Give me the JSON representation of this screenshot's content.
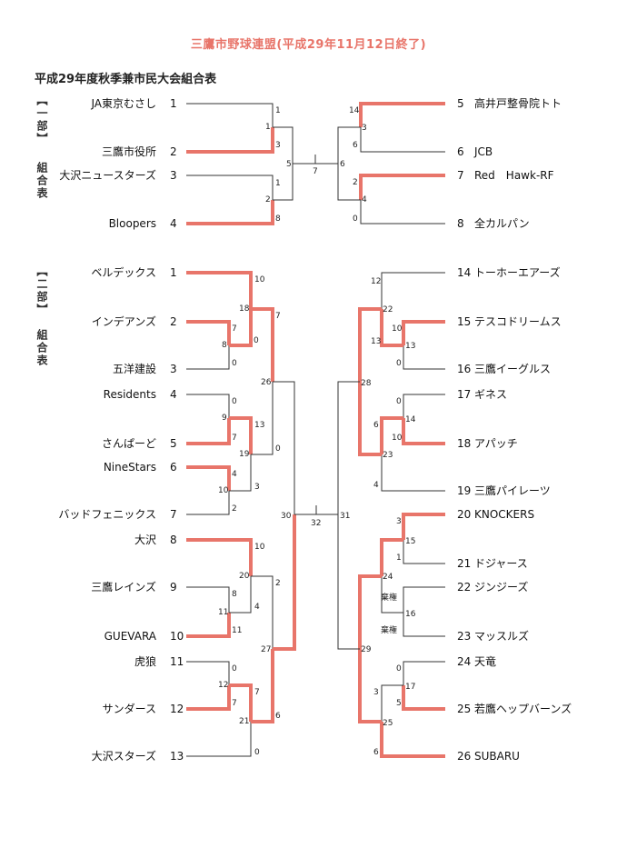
{
  "header": {
    "title": "三鷹市野球連盟(平成29年11月12日終了)",
    "subtitle": "平成29年度秋季兼市民大会組合表"
  },
  "division1": {
    "label": "【一部】",
    "sublabel": "組合表",
    "teams": [
      {
        "no": "1",
        "name": "JA東京むさし"
      },
      {
        "no": "2",
        "name": "三鷹市役所"
      },
      {
        "no": "3",
        "name": "大沢ニュースターズ"
      },
      {
        "no": "4",
        "name": "Bloopers"
      },
      {
        "no": "5",
        "name": "高井戸整骨院トト"
      },
      {
        "no": "6",
        "name": "JCB"
      },
      {
        "no": "7",
        "name": "Red　Hawk-RF"
      },
      {
        "no": "8",
        "name": "全カルパン"
      }
    ],
    "scores": {
      "m1a": "1",
      "m1b": "3",
      "m1w": "1",
      "m2a": "1",
      "m2b": "8",
      "m2w": "2",
      "m3a": "14",
      "m3b": "6",
      "m3w": "3",
      "m4a": "2",
      "m4b": "0",
      "m4w": "4",
      "final_l": "5",
      "final_r": "6",
      "final_no": "7"
    }
  },
  "division2": {
    "label": "【二部】",
    "sublabel": "組合表",
    "teams": [
      {
        "no": "1",
        "name": "ベルデックス"
      },
      {
        "no": "2",
        "name": "インデアンズ"
      },
      {
        "no": "3",
        "name": "五洋建設"
      },
      {
        "no": "4",
        "name": "Residents"
      },
      {
        "no": "5",
        "name": "さんぱーど"
      },
      {
        "no": "6",
        "name": "NineStars"
      },
      {
        "no": "7",
        "name": "バッドフェニックス"
      },
      {
        "no": "8",
        "name": "大沢"
      },
      {
        "no": "9",
        "name": "三鷹レインズ"
      },
      {
        "no": "10",
        "name": "GUEVARA"
      },
      {
        "no": "11",
        "name": "虎狼"
      },
      {
        "no": "12",
        "name": "サンダース"
      },
      {
        "no": "13",
        "name": "大沢スターズ"
      },
      {
        "no": "14",
        "name": "トーホーエアーズ"
      },
      {
        "no": "15",
        "name": "テスコドリームス"
      },
      {
        "no": "16",
        "name": "三鷹イーグルス"
      },
      {
        "no": "17",
        "name": "ギネス"
      },
      {
        "no": "18",
        "name": "アパッチ"
      },
      {
        "no": "19",
        "name": "三鷹パイレーツ"
      },
      {
        "no": "20",
        "name": "KNOCKERS"
      },
      {
        "no": "21",
        "name": "ドジャース"
      },
      {
        "no": "22",
        "name": "ジンジーズ"
      },
      {
        "no": "23",
        "name": "マッスルズ"
      },
      {
        "no": "24",
        "name": "天竜"
      },
      {
        "no": "25",
        "name": "若鷹ヘップバーンズ"
      },
      {
        "no": "26",
        "name": "SUBARU"
      }
    ],
    "scores": {
      "s10": "10",
      "s7a": "7",
      "s0a": "0",
      "s8": "8",
      "s18": "18",
      "s7b": "7",
      "s0b": "0",
      "s0c": "0",
      "s7c": "7",
      "s9": "9",
      "s13": "13",
      "s19": "19",
      "s0d": "0",
      "s4": "4",
      "s10b": "10",
      "s3": "3",
      "s2": "2",
      "s26": "26",
      "s10c": "10",
      "s20": "20",
      "s2b": "2",
      "s8b": "8",
      "s11": "11",
      "s4b": "4",
      "s11b": "11",
      "s0e": "0",
      "s12": "12",
      "s7d": "7",
      "s7e": "7",
      "s21": "21",
      "s0f": "0",
      "s6": "6",
      "s27": "27",
      "s30": "30",
      "s31": "31",
      "s32": "32",
      "r12": "12",
      "r22": "22",
      "r10": "10",
      "r13": "13",
      "r13b": "13",
      "r0a": "0",
      "r28": "28",
      "r0b": "0",
      "r14": "14",
      "r6": "6",
      "r10b": "10",
      "r23": "23",
      "r4": "4",
      "r3": "3",
      "r15": "15",
      "r1": "1",
      "r24": "24",
      "kiken1": "棄権",
      "kiken2": "棄権",
      "r16": "16",
      "r29": "29",
      "r0c": "0",
      "r17": "17",
      "r3b": "3",
      "r5": "5",
      "r25": "25",
      "r6b": "6"
    }
  },
  "colors": {
    "win": "#e8756a",
    "line": "#333333",
    "title": "#e8756a"
  }
}
